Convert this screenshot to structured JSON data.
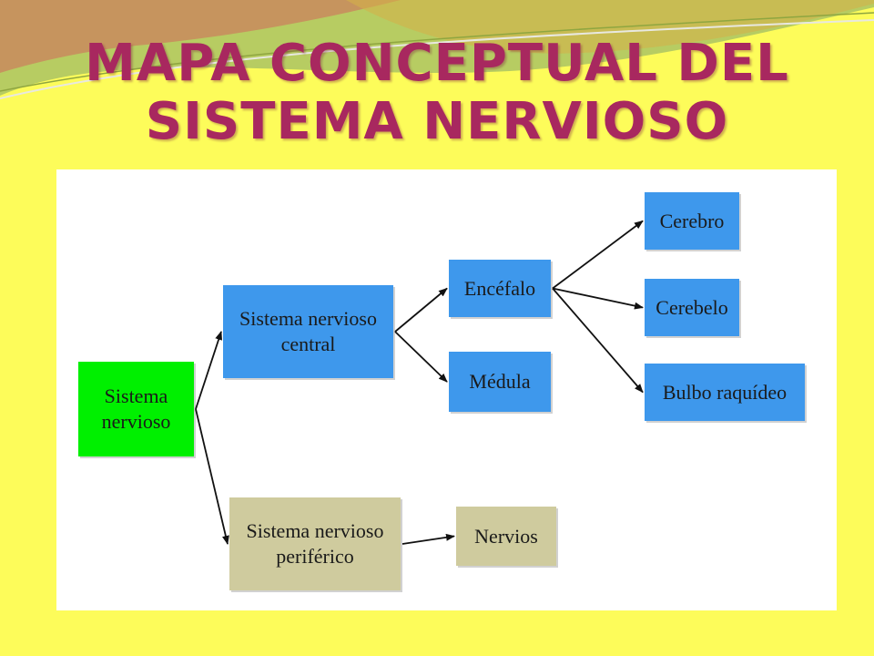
{
  "title": {
    "line1": "MAPA CONCEPTUAL DEL",
    "line2": "SISTEMA NERVIOSO"
  },
  "colors": {
    "background": "#fdfc5a",
    "title": "#a8285f",
    "root_node": "#00f000",
    "central_nodes": "#3e98ec",
    "peripheral_nodes": "#cfcb9e",
    "arrows": "#111111"
  },
  "diagram": {
    "nodes": {
      "sistema_nervioso": {
        "line1": "Sistema",
        "line2": "nervioso"
      },
      "central": {
        "line1": "Sistema nervioso",
        "line2": "central"
      },
      "periferico": {
        "line1": "Sistema nervioso",
        "line2": "periférico"
      },
      "encefalo": {
        "label": "Encéfalo"
      },
      "medula": {
        "label": "Médula"
      },
      "nervios": {
        "label": "Nervios"
      },
      "cerebro": {
        "label": "Cerebro"
      },
      "cerebelo": {
        "label": "Cerebelo"
      },
      "bulbo": {
        "label": "Bulbo raquídeo"
      }
    },
    "edges": [
      [
        "sistema_nervioso",
        "central"
      ],
      [
        "sistema_nervioso",
        "periferico"
      ],
      [
        "central",
        "encefalo"
      ],
      [
        "central",
        "medula"
      ],
      [
        "periferico",
        "nervios"
      ],
      [
        "encefalo",
        "cerebro"
      ],
      [
        "encefalo",
        "cerebelo"
      ],
      [
        "encefalo",
        "bulbo"
      ]
    ]
  }
}
